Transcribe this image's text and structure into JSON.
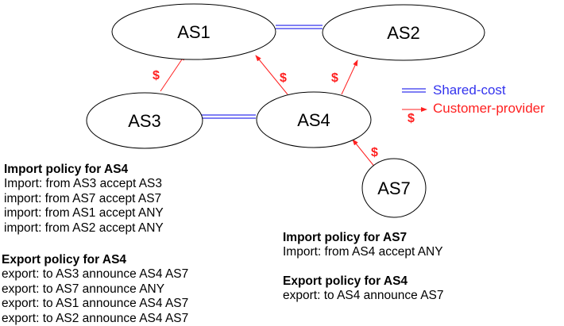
{
  "colors": {
    "shared_cost": "#3333ee",
    "customer_provider": "#ff2020",
    "node_stroke": "#000000"
  },
  "nodes": [
    {
      "id": "AS1",
      "label": "AS1"
    },
    {
      "id": "AS2",
      "label": "AS2"
    },
    {
      "id": "AS3",
      "label": "AS3"
    },
    {
      "id": "AS4",
      "label": "AS4"
    },
    {
      "id": "AS7",
      "label": "AS7"
    }
  ],
  "edges": [
    {
      "from": "AS1",
      "to": "AS2",
      "type": "shared-cost"
    },
    {
      "from": "AS3",
      "to": "AS4",
      "type": "shared-cost"
    },
    {
      "from": "AS3",
      "to": "AS1",
      "type": "customer-provider",
      "label": "$"
    },
    {
      "from": "AS4",
      "to": "AS1",
      "type": "customer-provider",
      "label": "$"
    },
    {
      "from": "AS4",
      "to": "AS2",
      "type": "customer-provider",
      "label": "$"
    },
    {
      "from": "AS7",
      "to": "AS4",
      "type": "customer-provider",
      "label": "$"
    }
  ],
  "legend": {
    "shared_cost": "Shared-cost",
    "customer_provider": "Customer-provider",
    "customer_provider_symbol": "$"
  },
  "policies": {
    "as4_import": {
      "heading": "Import policy for AS4",
      "lines": [
        "Import: from AS3 accept AS3",
        "import: from AS7 accept AS7",
        "import: from AS1 accept ANY",
        "import: from AS2 accept ANY"
      ]
    },
    "as4_export": {
      "heading": "Export policy for AS4",
      "lines": [
        "export: to AS3 announce AS4 AS7",
        "export: to AS7 announce ANY",
        "export: to AS1 announce AS4 AS7",
        "export: to AS2 announce AS4 AS7"
      ]
    },
    "as7_import": {
      "heading": "Import policy for AS7",
      "lines": [
        "Import: from AS4 accept ANY"
      ]
    },
    "as7_export": {
      "heading": "Export policy for AS4",
      "lines": [
        "export: to AS4 announce AS7"
      ]
    }
  }
}
